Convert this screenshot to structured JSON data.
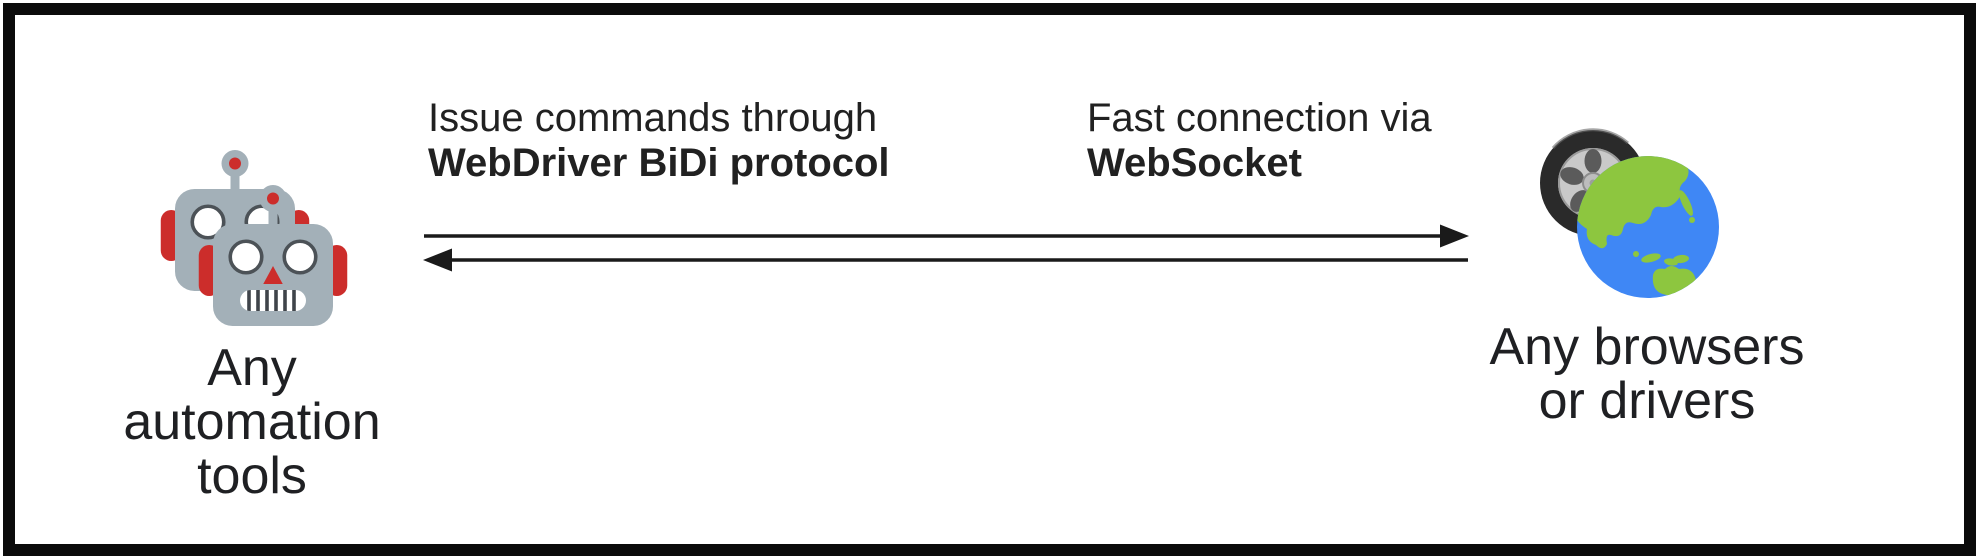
{
  "diagram": {
    "title_hint": "WebDriver BiDi bidirectional communication diagram",
    "left_node": {
      "icon": "two-robots",
      "caption_lines": [
        "Any",
        "automation",
        "tools"
      ]
    },
    "right_node": {
      "icon": "wheel-and-globe",
      "caption_lines": [
        "Any browsers",
        "or drivers"
      ]
    },
    "top_label": {
      "line_regular": "Issue commands through",
      "line_bold": "WebDriver BiDi protocol"
    },
    "right_label": {
      "line_regular": "Fast connection via",
      "line_bold": "WebSocket"
    },
    "arrows": {
      "top_direction": "left-to-right",
      "bottom_direction": "right-to-left",
      "color": "#1a1a1a"
    },
    "colors": {
      "border": "#0b0b0b",
      "text": "#1f2023",
      "robot_gray": "#a3b0b8",
      "robot_red": "#cc2d2b",
      "eye_stroke": "#4c5257",
      "globe_ocean": "#3f87f5",
      "globe_land": "#8dc63f",
      "tire_dark": "#2a2a2a",
      "rim_silver": "#c9c9c9",
      "rim_gap": "#5b5b5b"
    }
  }
}
